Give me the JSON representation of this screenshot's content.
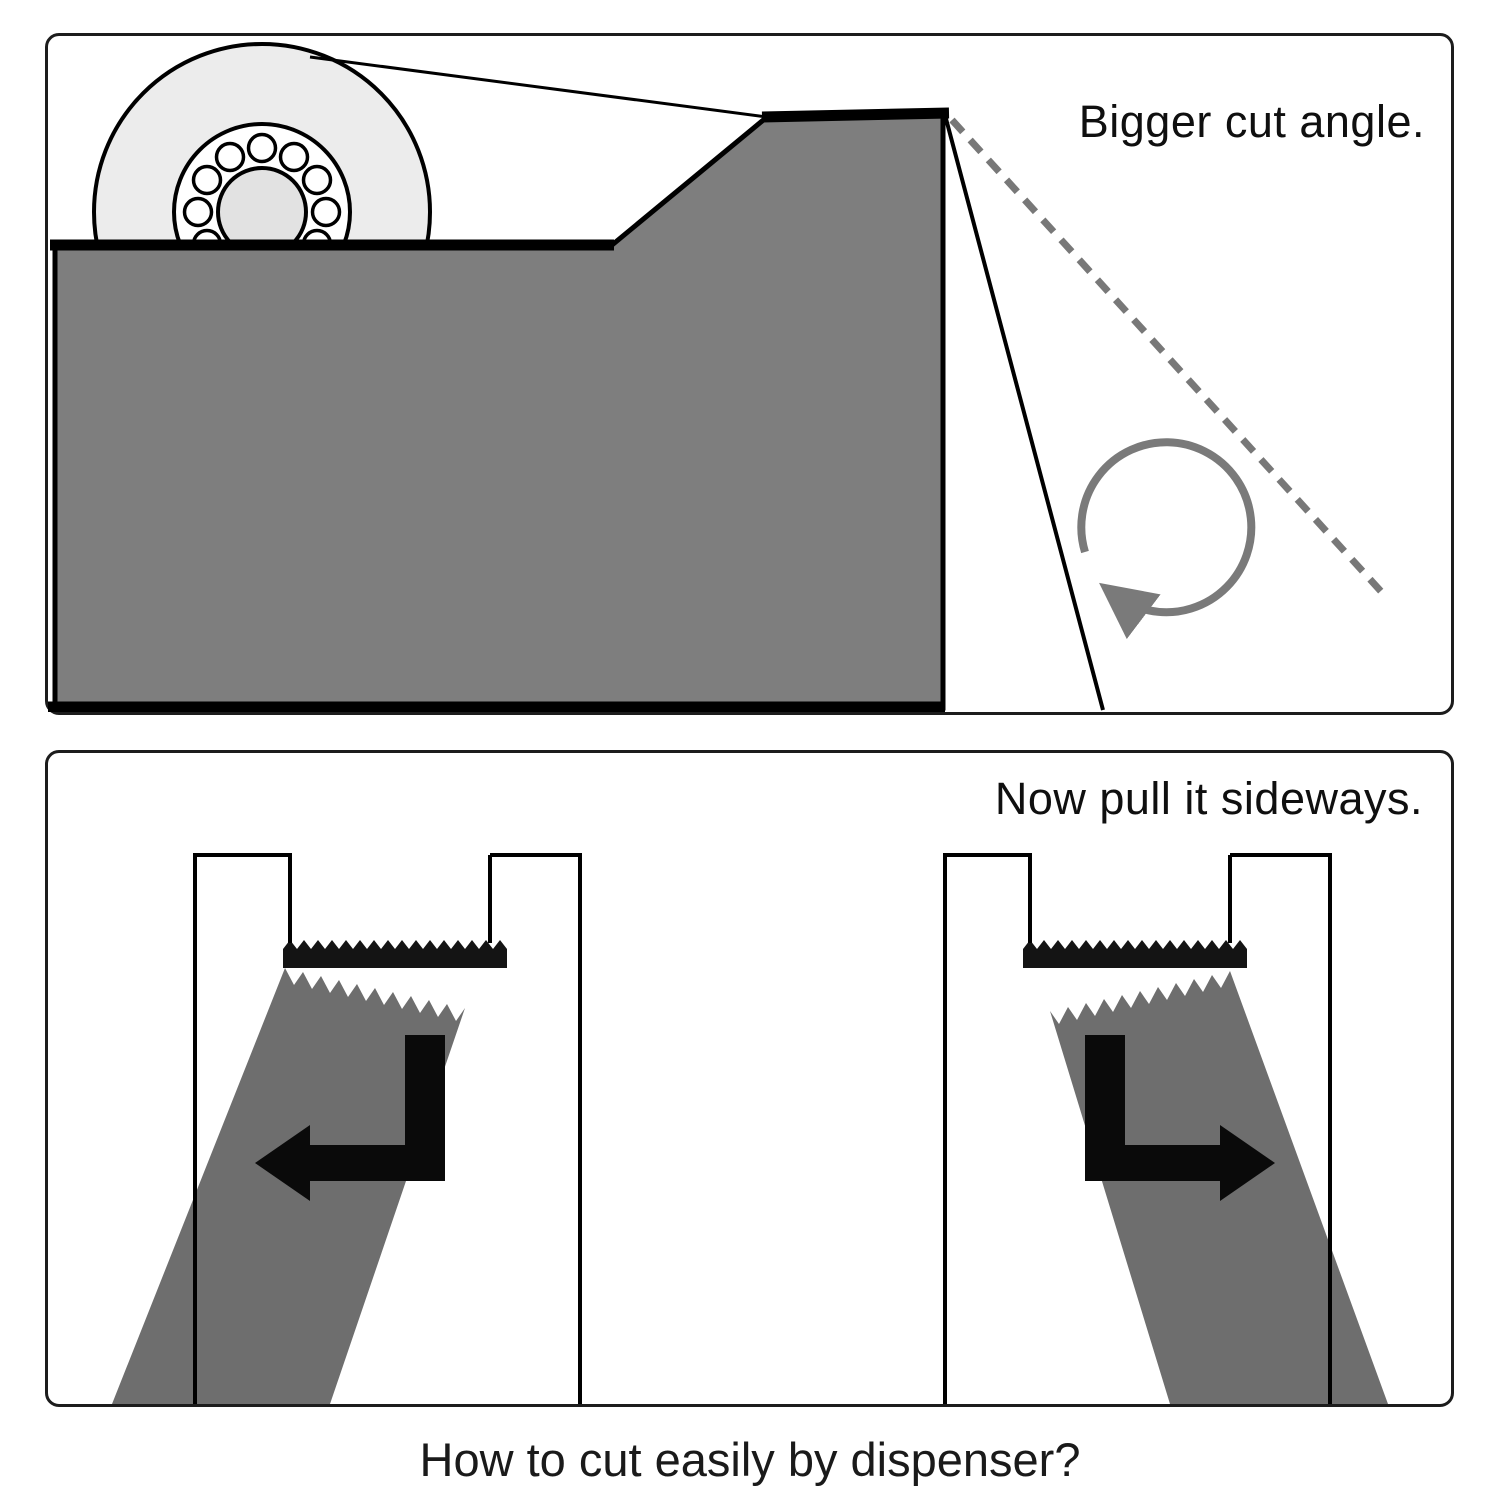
{
  "top_panel": {
    "label": "Bigger cut angle."
  },
  "bottom_panel": {
    "label": "Now pull it sideways."
  },
  "caption": "How to cut easily by dispenser?",
  "colors": {
    "dispenser_body": "#7e7e7e",
    "tape_roll": "#ececec",
    "roll_hub": "#ffffff",
    "roll_hole": "#e2e2e2",
    "tape_strip": "#6e6e6e",
    "blade": "#141414",
    "pull_arrow": "#0a0a0a",
    "rotation_arrow": "#7a7a7a",
    "dashed_line": "#787878",
    "outline": "#000000"
  },
  "icons": {
    "rotation_arrow": "counterclockwise-rotation-arrow",
    "pull_left_arrow": "down-then-left-arrow",
    "pull_right_arrow": "down-then-right-arrow"
  }
}
